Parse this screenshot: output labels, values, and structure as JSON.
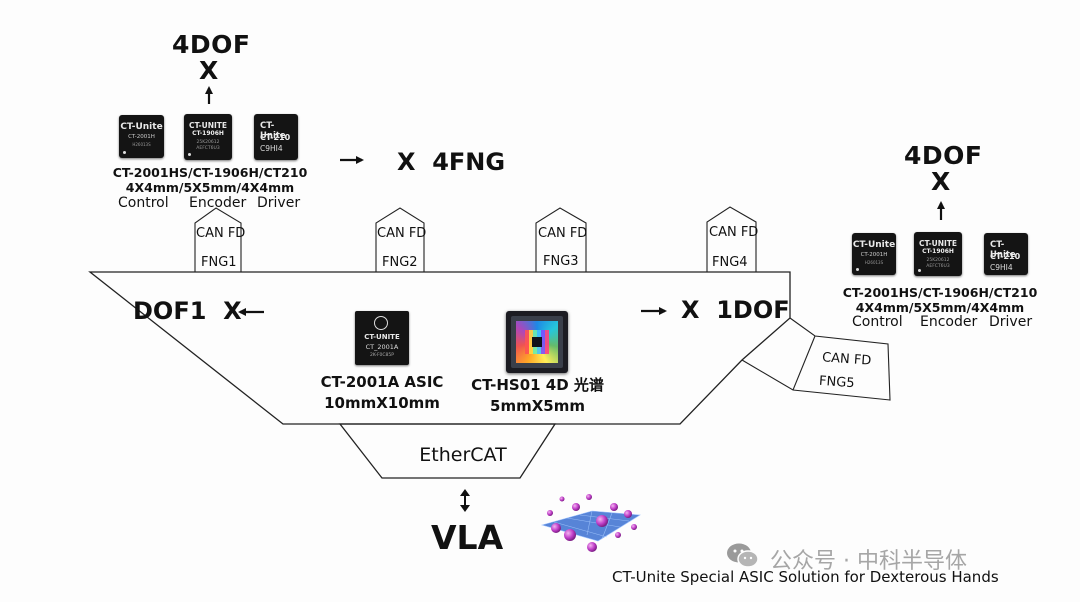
{
  "top_left": {
    "dof_label": "4DOF",
    "x_label": "X",
    "chips": [
      {
        "brand": "CT-Unite",
        "model": "CT-2001H",
        "mark": "H26013S"
      },
      {
        "brand": "CT-UNITE",
        "model": "CT-1906H",
        "mark": "25K20612 AEFCT6U3"
      },
      {
        "brand": "CT-Unite",
        "model": "CT-210",
        "mark": "C9HI4"
      }
    ],
    "part_numbers": "CT-2001HS/CT-1906H/CT210",
    "sizes": "4X4mm/5X5mm/4X4mm",
    "roles": [
      "Control",
      "Encoder",
      "Driver"
    ]
  },
  "fng_arrow_label": "X  4FNG",
  "top_right": {
    "dof_label": "4DOF",
    "x_label": "X",
    "chips": [
      {
        "brand": "CT-Unite",
        "model": "CT-2001H",
        "mark": "H26013S"
      },
      {
        "brand": "CT-UNITE",
        "model": "CT-1906H",
        "mark": "25K20612 AEFCT6U3"
      },
      {
        "brand": "CT-Unite",
        "model": "CT-210",
        "mark": "C9HI4"
      }
    ],
    "part_numbers": "CT-2001HS/CT-1906H/CT210",
    "sizes": "4X4mm/5X5mm/4X4mm",
    "roles": [
      "Control",
      "Encoder",
      "Driver"
    ]
  },
  "connectors": [
    {
      "bus": "CAN FD",
      "finger": "FNG1"
    },
    {
      "bus": "CAN FD",
      "finger": "FNG2"
    },
    {
      "bus": "CAN FD",
      "finger": "FNG3"
    },
    {
      "bus": "CAN FD",
      "finger": "FNG4"
    },
    {
      "bus": "CAN FD",
      "finger": "FNG5"
    }
  ],
  "dof_left": "DOF1  X",
  "dof_right": "X  1DOF",
  "asic": {
    "chip_brand": "CT-UNITE",
    "chip_model": "CT_2001A",
    "chip_mark": "2K-F0C85P",
    "name": "CT-2001A ASIC",
    "size": "10mmX10mm"
  },
  "spectral": {
    "name": "CT-HS01 4D 光谱",
    "size": "5mmX5mm"
  },
  "ethercat": "EtherCAT",
  "vla": "VLA",
  "watermark": "公众号 · 中科半导体",
  "footer": "CT-Unite Special ASIC Solution for Dexterous Hands",
  "colors": {
    "line": "#222222",
    "chip": "#141414",
    "cube": "#3a6fd0",
    "sphere": "#c13fc9"
  }
}
